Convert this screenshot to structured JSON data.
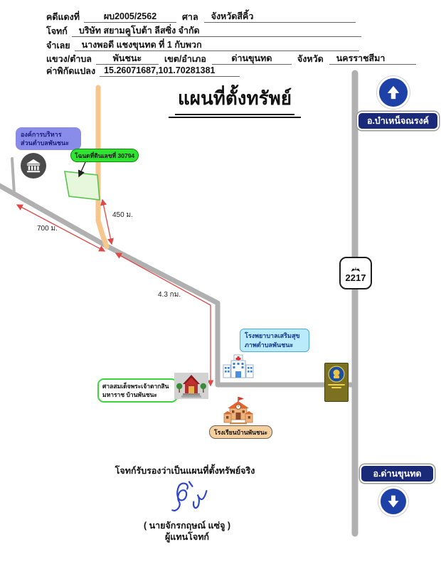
{
  "document": {
    "title": "แผนที่ตั้งทรัพย์",
    "header": {
      "case_no_label": "คดีแดงที่",
      "case_no": "ผบ2005/2562",
      "court_label": "ศาล",
      "court": "จังหวัดสีคิ้ว",
      "plaintiff_label": "โจทก์",
      "plaintiff": "บริษัท สยามคูโบต้า ลีสซิ่ง จำกัด",
      "defendant_label": "จำเลย",
      "defendant": "นางพอดี แชงขุนทด ที่ 1 กับพวก",
      "subdistrict_label": "แขวง/ตำบล",
      "subdistrict": "พันชนะ",
      "district_label": "เขต/อำเภอ",
      "district": "ด่านขุนทด",
      "province_label": "จังหวัด",
      "province": "นครราชสีมา",
      "coordinates_label": "ค่าพิกัดแปลง",
      "coordinates": "15.26071687,101.70281381"
    }
  },
  "map": {
    "signs": {
      "north_district": "อ.บำเหน็จณรงค์",
      "south_district": "อ.ด่านขุนทด",
      "highway_route": "2217"
    },
    "labels": {
      "sao_line1": "องค์การบริหาร",
      "sao_line2": "ส่วนตำบลพันชนะ",
      "deed": "โฉนดที่ดินเลขที่ 30794",
      "hospital_line1": "โรงพยาบาลเสริมสุข",
      "hospital_line2": "ภาพตำบลพันชนะ",
      "shrine_line1": "ศาลสมเด็จพระเจ้าตากสิน",
      "shrine_line2": "มหาราช บ้านพันชนะ",
      "school": "โรงเรียนบ้านพันชนะ"
    },
    "distances": {
      "west_segment": "700 ม.",
      "north_segment": "450 ม.",
      "south_segment": "4.3 กม."
    },
    "icons": {
      "up": "up-arrow-in-circle",
      "down": "down-arrow-in-circle",
      "bank": "government-office-building",
      "hospital": "hospital-building",
      "shrine": "thai-shrine",
      "school": "school-building",
      "emblem_sign": "temple-emblem-sign",
      "garuda": "thai-highway-garuda"
    }
  },
  "footer": {
    "certification": "โจทก์รับรองว่าเป็นแผนที่ตั้งทรัพย์จริง",
    "signer_name": "(   นายจักรกฤษณ์ แซ่จู   )",
    "signer_role": "ผู้แทนโจทก์"
  },
  "colors": {
    "navy_sign": "#1b2a78",
    "sign_circle_blue": "#1e41a8",
    "purple_label": "#8a8ce9",
    "green_pill": "#2ee42e",
    "plot_fill": "#e6f7dc",
    "plot_border": "#58c44e",
    "orange_road": "#f6c68c",
    "gray_road": "#b0b0b0",
    "red_measure": "#e04848",
    "hospital_label_bg": "#b9ebfb",
    "school_label_bg": "#f6cf9e",
    "olive_sign": "#7c7120",
    "signature_blue": "#2b46cc"
  }
}
